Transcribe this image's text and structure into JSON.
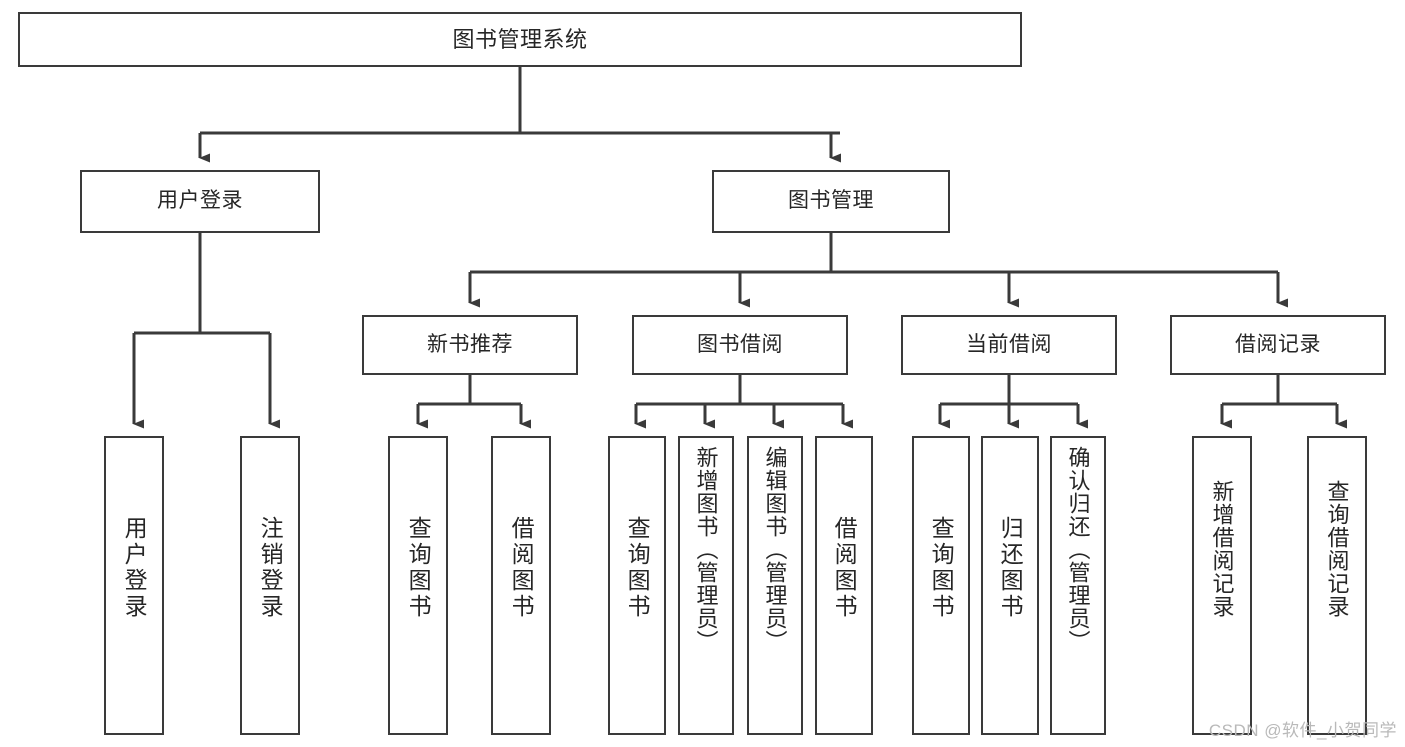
{
  "diagram": {
    "title": "图书管理系统",
    "type": "hierarchy-tree",
    "watermark": "CSDN @软件_小贺同学",
    "colors": {
      "stroke": "#3a3a3a",
      "text": "#262626",
      "background": "#ffffff",
      "watermark": "#b9b9b9"
    },
    "levels": [
      {
        "level": 1,
        "nodes": [
          {
            "id": "root",
            "label": "图书管理系统"
          }
        ]
      },
      {
        "level": 2,
        "nodes": [
          {
            "id": "user-login",
            "label": "用户登录",
            "parent": "root"
          },
          {
            "id": "book-mgmt",
            "label": "图书管理",
            "parent": "root"
          }
        ]
      },
      {
        "level": 3,
        "nodes": [
          {
            "id": "new-book-rec",
            "label": "新书推荐",
            "parent": "book-mgmt"
          },
          {
            "id": "book-borrow",
            "label": "图书借阅",
            "parent": "book-mgmt"
          },
          {
            "id": "current-borrow",
            "label": "当前借阅",
            "parent": "book-mgmt"
          },
          {
            "id": "borrow-record",
            "label": "借阅记录",
            "parent": "book-mgmt"
          }
        ]
      },
      {
        "level": 4,
        "nodes": [
          {
            "id": "leaf-user-login",
            "label": "用户登录",
            "parent": "user-login"
          },
          {
            "id": "leaf-user-logout",
            "label": "注销登录",
            "parent": "user-login"
          },
          {
            "id": "leaf-query-book-1",
            "label": "查询图书",
            "parent": "new-book-rec"
          },
          {
            "id": "leaf-borrow-book-1",
            "label": "借阅图书",
            "parent": "new-book-rec"
          },
          {
            "id": "leaf-query-book-2",
            "label": "查询图书",
            "parent": "book-borrow"
          },
          {
            "id": "leaf-add-book",
            "label": "新增图书（管理员）",
            "parent": "book-borrow"
          },
          {
            "id": "leaf-edit-book",
            "label": "编辑图书（管理员）",
            "parent": "book-borrow"
          },
          {
            "id": "leaf-borrow-book-2",
            "label": "借阅图书",
            "parent": "book-borrow"
          },
          {
            "id": "leaf-query-book-3",
            "label": "查询图书",
            "parent": "current-borrow"
          },
          {
            "id": "leaf-return-book",
            "label": "归还图书",
            "parent": "current-borrow"
          },
          {
            "id": "leaf-confirm-return",
            "label": "确认归还（管理员）",
            "parent": "current-borrow"
          },
          {
            "id": "leaf-add-record",
            "label": "新增借阅记录",
            "parent": "borrow-record"
          },
          {
            "id": "leaf-query-record",
            "label": "查询借阅记录",
            "parent": "borrow-record"
          }
        ]
      }
    ]
  }
}
